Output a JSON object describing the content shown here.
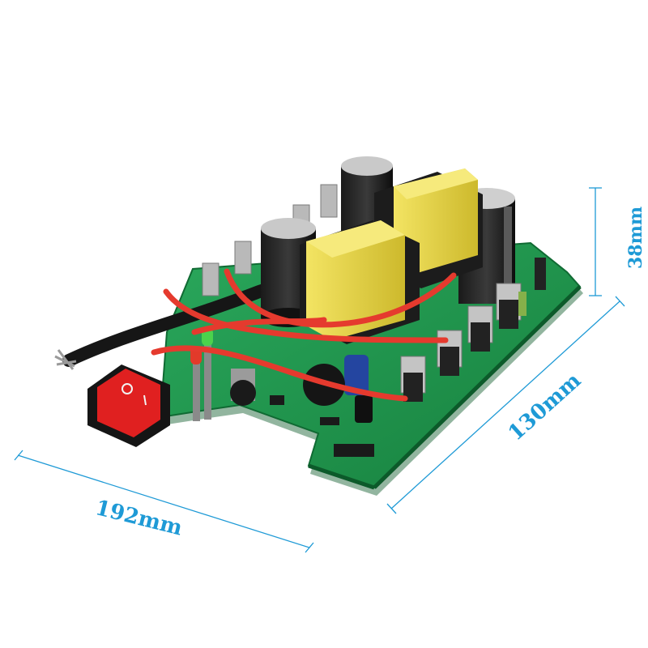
{
  "product": {
    "subject": "inverter-circuit-board",
    "switch_color": "#e02020",
    "board_color": "#1f9a4e",
    "wire_color": "#e53a2e",
    "transformer_color": "#e8d640"
  },
  "dimensions": {
    "accent_color": "#1e9ad6",
    "width_label": "192mm",
    "depth_label": "130mm",
    "height_label": "38mm"
  }
}
